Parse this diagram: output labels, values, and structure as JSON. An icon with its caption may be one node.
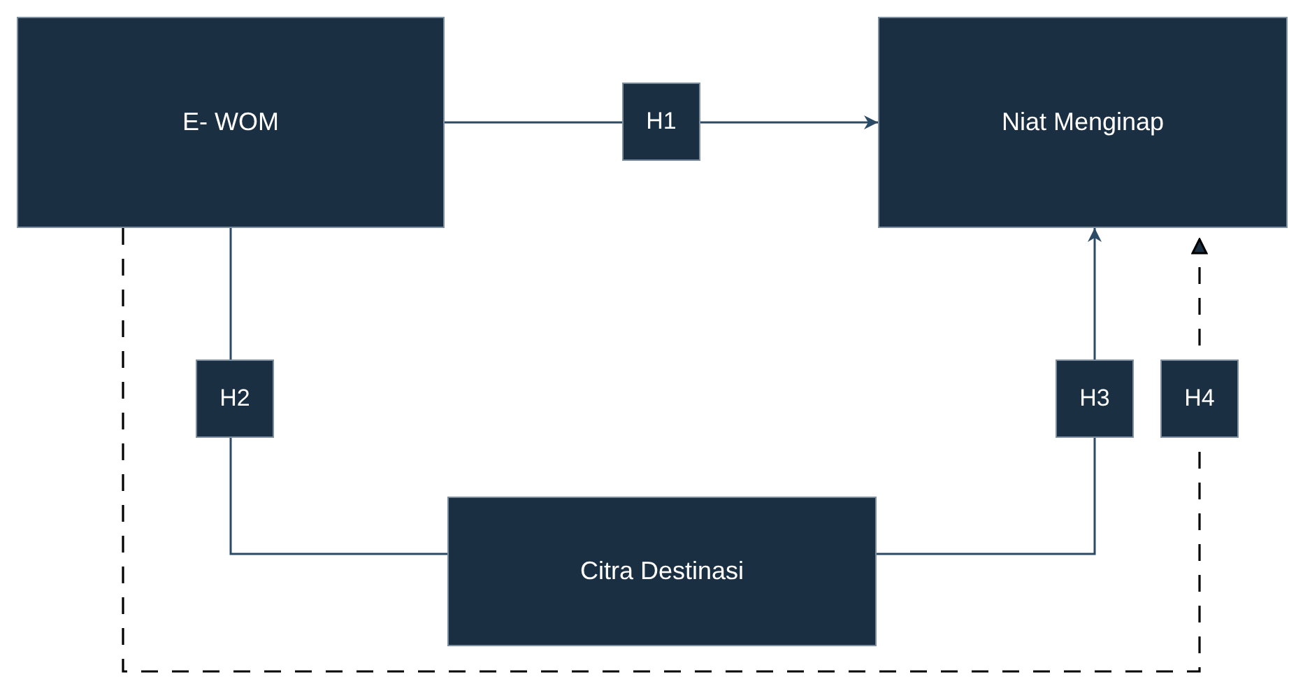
{
  "diagram": {
    "nodes": [
      {
        "text": [
          "E- WOM"
        ]
      },
      {
        "text": [
          "Niat Menginap"
        ]
      },
      {
        "text": [
          "Citra Destinasi"
        ]
      }
    ],
    "edges": [
      {
        "from": 0,
        "to": 1,
        "arrow": "to",
        "label": "H1"
      },
      {
        "from": 0,
        "to": 2,
        "arrow": "none",
        "label": "H2"
      },
      {
        "from": 2,
        "to": 1,
        "arrow": "to",
        "label": "H3"
      },
      {
        "from": 0,
        "to": 1,
        "arrow": "to",
        "label": "H4",
        "style": "dashed",
        "color": "#000000"
      }
    ]
  }
}
